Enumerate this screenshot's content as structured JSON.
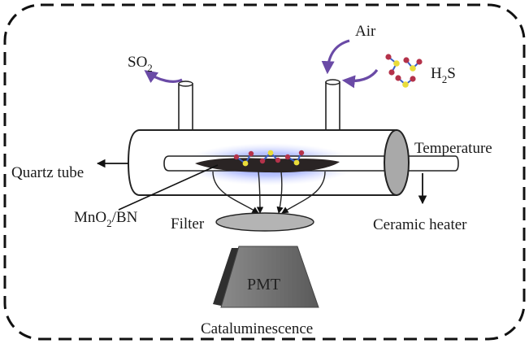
{
  "labels": {
    "so2_main": "SO",
    "so2_sub": "2",
    "air": "Air",
    "h2s_h": "H",
    "h2s_sub": "2",
    "h2s_s": "S",
    "quartz_tube": "Quartz tube",
    "temperature": "Temperature",
    "mno2_main": "MnO",
    "mno2_sub": "2",
    "mno2_rest": "/BN",
    "filter": "Filter",
    "ceramic_heater": "Ceramic heater",
    "pmt": "PMT",
    "cataluminescence": "Cataluminescence"
  },
  "colors": {
    "flow_arrow": "#6a4aa6",
    "glow": "#7b8cff",
    "catalyst": "#2a2424",
    "tube_fill": "#ffffff",
    "end_cap": "#a9a9a9",
    "filter_fill": "#b4b4b4",
    "pmt_front": "#666666",
    "pmt_side": "#2f2f2f",
    "molecule_red": "#b4324a",
    "molecule_yellow": "#e9dc3a",
    "molecule_blue": "#3b5fc8"
  }
}
